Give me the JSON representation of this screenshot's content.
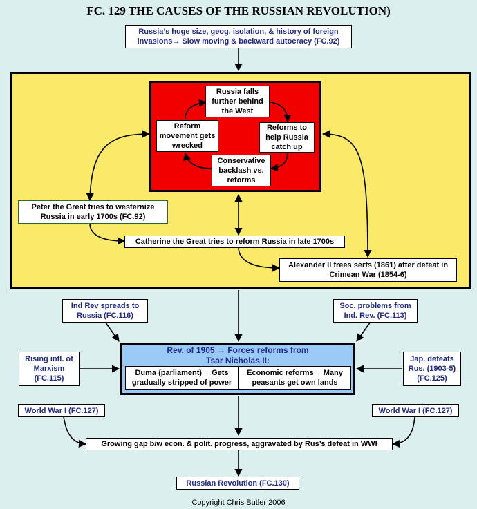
{
  "title": "FC. 129 THE CAUSES OF THE RUSSIAN REVOLUTION)",
  "top_box": {
    "line1": "Russia’s huge size, geog. isolation, & history of foreign",
    "line2": "invasions→ Slow moving & backward autocracy (FC.92)"
  },
  "cycle": {
    "falls_behind": "Russia falls further behind the West",
    "reforms": "Reforms to help Russia catch up",
    "backlash": "Conservative backlash vs. reforms",
    "wrecked": "Reform movement gets wrecked"
  },
  "peter": "Peter the Great tries to westernize Russia in early 1700s (FC.92)",
  "catherine": "Catherine the Great tries to reform Russia in late 1700s",
  "alexander": "Alexander II frees serfs (1861) after defeat in Crimean War (1854-6)",
  "ind_rev": "Ind Rev spreads to Russia (FC.116)",
  "soc_problems": "Soc. problems from Ind. Rev. (FC.113)",
  "rev1905": {
    "line1": "Rev. of 1905 → Forces reforms from",
    "line2": "Tsar Nicholas II:"
  },
  "duma": "Duma (parliament)→ Gets gradually stripped of power",
  "econ_reforms": "Economic reforms→ Many peasants get own lands",
  "marxism": "Rising infl. of Marxism (FC.115)",
  "japan": "Jap. defeats Rus. (1903-5) (FC.125)",
  "ww1_left": "World War I (FC.127)",
  "ww1_right": "World War I (FC.127)",
  "gap": "Growing gap b/w econ. & polit. progress, aggravated by Rus’s defeat in WWI",
  "revolution": "Russian Revolution (FC.130)",
  "copyright": "Copyright Chris Butler 2006"
}
